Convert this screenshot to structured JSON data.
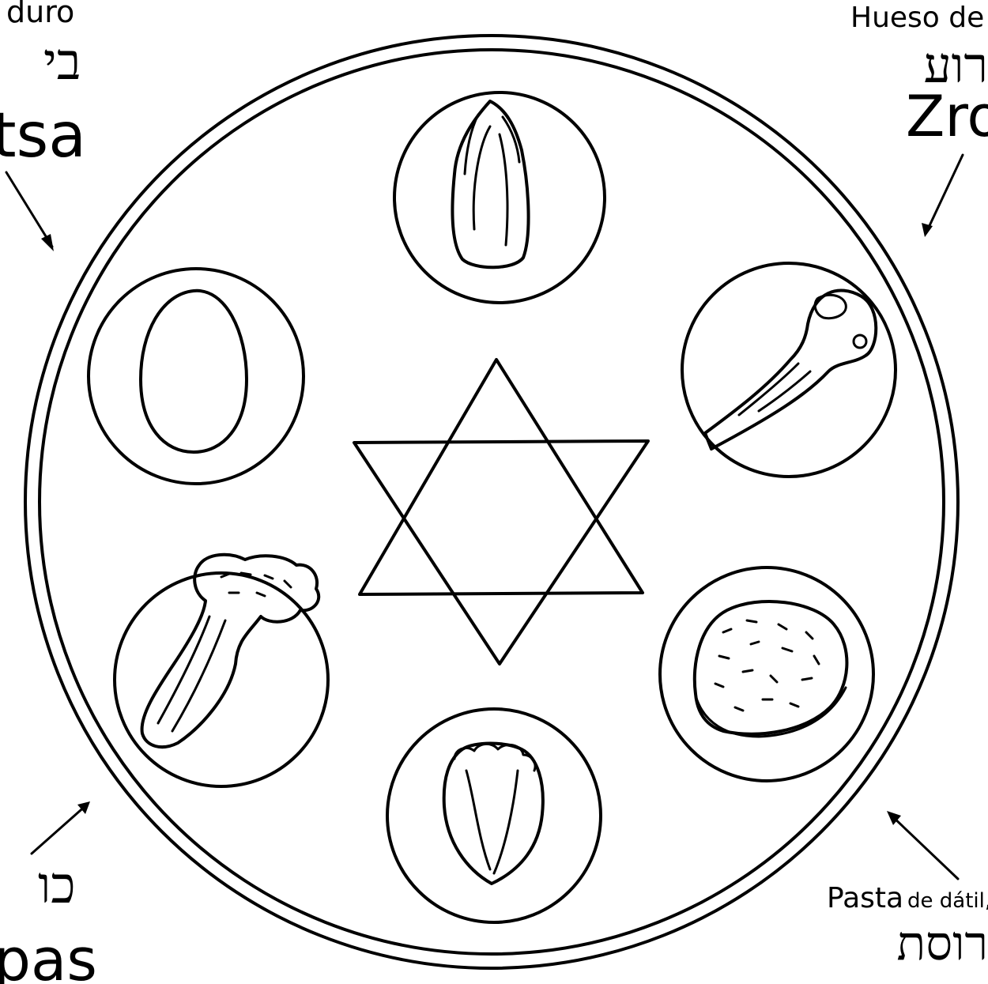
{
  "labels": {
    "top_left_small": "duro",
    "top_left_hebrew": "בי",
    "top_left_big": "tsa",
    "top_right_small": "Hueso de",
    "top_right_hebrew": "רוע",
    "top_right_big": "Zro",
    "bottom_left_hebrew": "כו",
    "bottom_left_big": "pas",
    "bottom_right_small_1": "Pasta",
    "bottom_right_small_2": "de dátil,",
    "bottom_right_hebrew": "רוסת"
  },
  "icons": [
    "star-of-david-icon",
    "endive-icon",
    "shank-bone-icon",
    "charoset-icon",
    "lettuce-icon",
    "celery-icon",
    "egg-icon"
  ],
  "colors": {
    "ink": "#000000",
    "background": "#ffffff"
  }
}
